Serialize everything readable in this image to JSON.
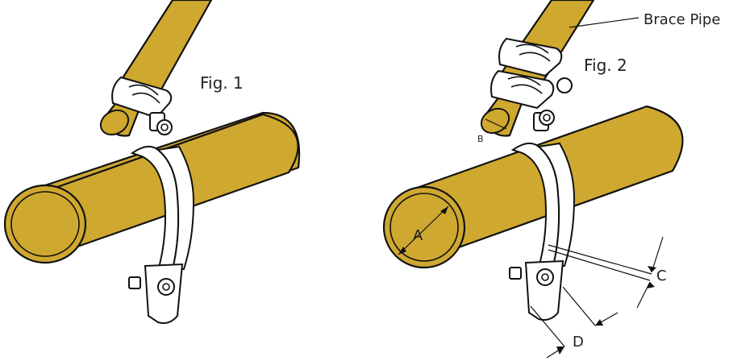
{
  "figures": [
    {
      "label": "Fig. 1"
    },
    {
      "label": "Fig. 2"
    }
  ],
  "callouts": {
    "brace_pipe": "Brace Pipe"
  },
  "dimensions": {
    "a": "A",
    "b": "B",
    "c": "C",
    "d": "D"
  },
  "colors": {
    "pipe_fill": "#cfa830",
    "outline": "#111111",
    "clamp": "#ffffff"
  }
}
